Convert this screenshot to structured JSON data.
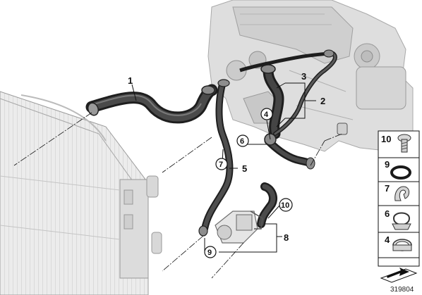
{
  "callouts": {
    "n1": "1",
    "n2": "2",
    "n3": "3",
    "n5": "5",
    "n8": "8",
    "n10": "10"
  },
  "circled": {
    "c4": "4",
    "c6": "6",
    "c7": "7",
    "c9": "9"
  },
  "legend": {
    "items": [
      {
        "number": "10",
        "part": "bolt-icon"
      },
      {
        "number": "9",
        "part": "o-ring-icon"
      },
      {
        "number": "7",
        "part": "clip-icon"
      },
      {
        "number": "6",
        "part": "clamp-icon"
      },
      {
        "number": "4",
        "part": "hose-clamp-icon"
      }
    ]
  },
  "diagram_number": "319804",
  "colors": {
    "hose": "#3a3a3a",
    "engine": "#d9d9d9",
    "radiator": "#e2e2e2",
    "line": "#111111"
  }
}
